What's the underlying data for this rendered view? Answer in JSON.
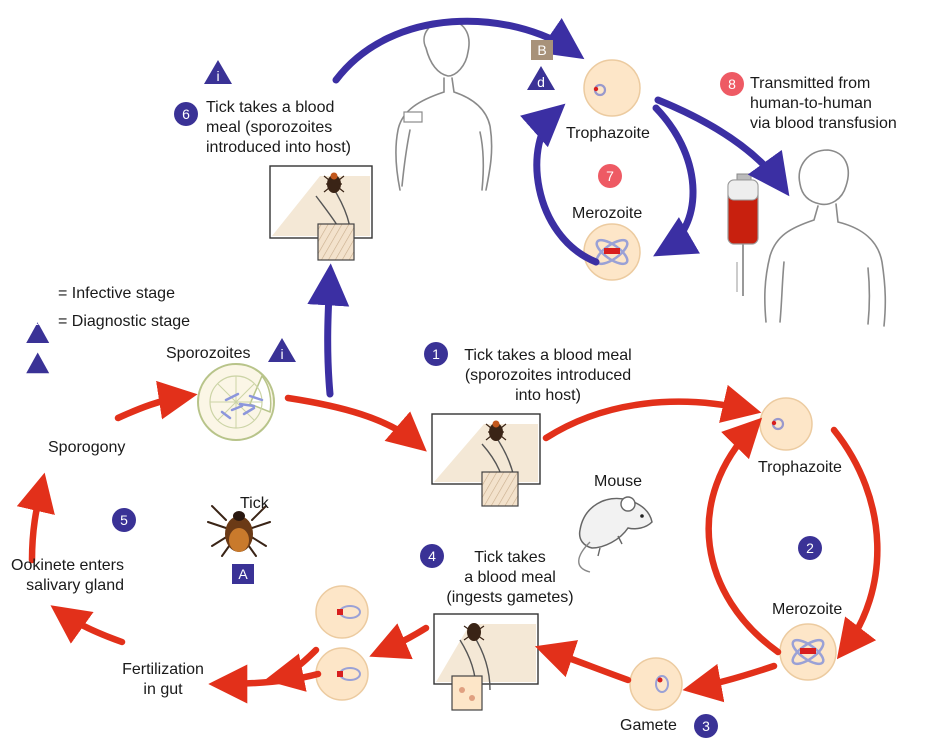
{
  "colors": {
    "human_cycle": "#3b2fa3",
    "tick_cycle": "#e2301a",
    "step_badge": "#3a3296",
    "human_transfusion_badge": "#ee5a64",
    "cell_fill": "#fde6c8",
    "tick_letter_box": "#3a3296",
    "human_letter_box": "#a8927a"
  },
  "legend": {
    "infective_symbol": "i",
    "infective_label": "= Infective stage",
    "diagnostic_symbol": "d",
    "diagnostic_label": "= Diagnostic stage"
  },
  "steps": {
    "s1": {
      "num": "1",
      "lines": [
        "Tick takes a blood meal",
        "(sporozoites introduced",
        "into host)"
      ]
    },
    "s2": {
      "num": "2"
    },
    "s3": {
      "num": "3",
      "label": "Gamete"
    },
    "s4": {
      "num": "4",
      "lines": [
        "Tick takes",
        "a blood meal",
        "(ingests gametes)"
      ]
    },
    "s5": {
      "num": "5"
    },
    "s6": {
      "num": "6",
      "lines": [
        "Tick takes a blood",
        "meal (sporozoites",
        "introduced into host)"
      ]
    },
    "s7": {
      "num": "7"
    },
    "s8": {
      "num": "8",
      "lines": [
        "Transmitted from",
        "human-to-human",
        "via blood transfusion"
      ]
    }
  },
  "labels": {
    "trophozoite_human": "Trophazoite",
    "merozoite_human": "Merozoite",
    "trophozoite_mouse": "Trophazoite",
    "merozoite_mouse": "Merozoite",
    "mouse": "Mouse",
    "tick": "Tick",
    "sporozoites": "Sporozoites",
    "sporogony": "Sporogony",
    "ookinete": [
      "Ookinete enters",
      "salivary gland"
    ],
    "fertilization": [
      "Fertilization",
      "in gut"
    ]
  },
  "stage_markers": {
    "host_human": "B",
    "host_tick": "A",
    "infective": "i",
    "diagnostic": "d"
  },
  "icons": [
    "human-silhouette-icon",
    "tick-icon",
    "mouse-icon",
    "blood-bag-icon",
    "red-blood-cell-icon",
    "sporozoite-sac-icon"
  ]
}
